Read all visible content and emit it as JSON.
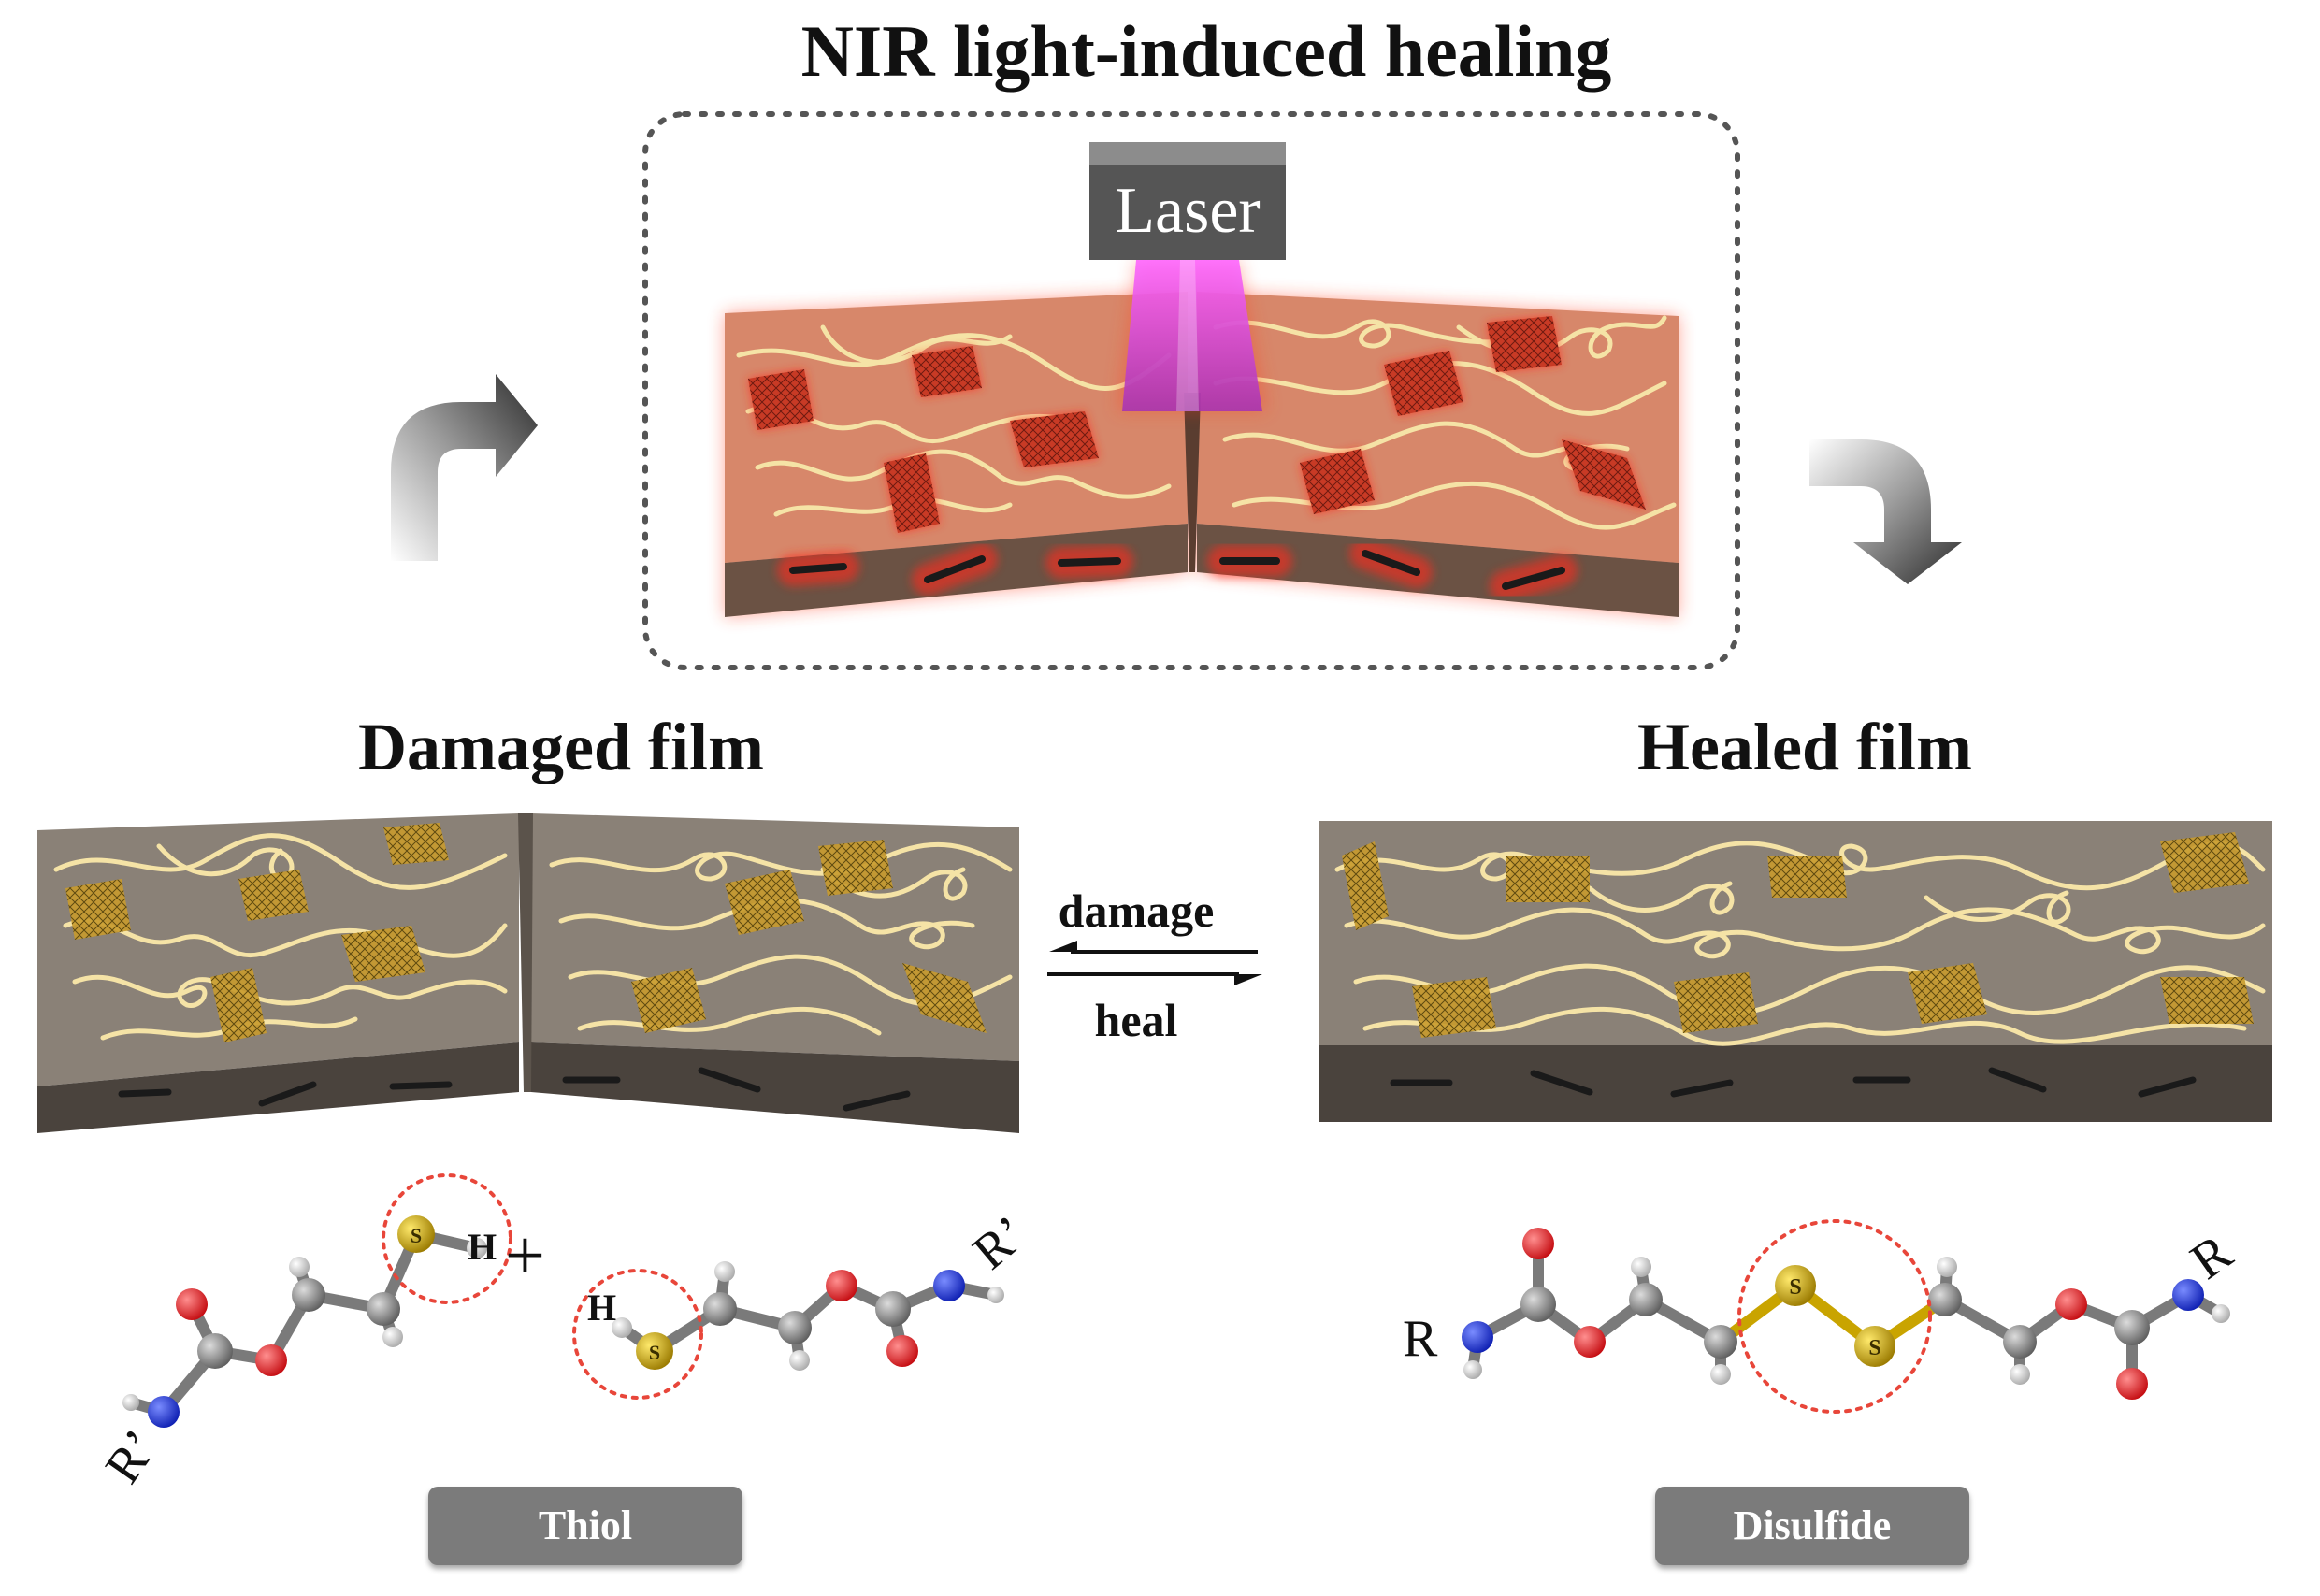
{
  "titles": {
    "main": "NIR light-induced healing",
    "damaged": "Damaged film",
    "healed": "Healed film"
  },
  "laser_label": "Laser",
  "equilibrium": {
    "forward": "damage",
    "reverse": "heal"
  },
  "molecules": {
    "thiol": {
      "label": "Thiol",
      "left_substituent": "R’",
      "right_substituent": "R’",
      "hydrogen": "H",
      "sulfur": "S",
      "plus": "+"
    },
    "disulfide": {
      "label": "Disulfide",
      "left_substituent": "R",
      "right_substituent": "R",
      "sulfur": "S"
    }
  },
  "colors": {
    "film_top_damaged": "#8a8177",
    "film_side_damaged": "#4a433d",
    "film_top_heating": "#d7876a",
    "film_side_heating": "#6b5244",
    "polymer_chain": "#f5e3a6",
    "graphene_flake": "#c89a2c",
    "glow": "#ff2a1a",
    "laser_beam": "#cc44cc",
    "oxygen": "#e0151b",
    "nitrogen": "#1a2fd6",
    "carbon": "#8a8a8a",
    "hydrogen": "#e4e4e4",
    "sulfur": "#c9a400"
  }
}
